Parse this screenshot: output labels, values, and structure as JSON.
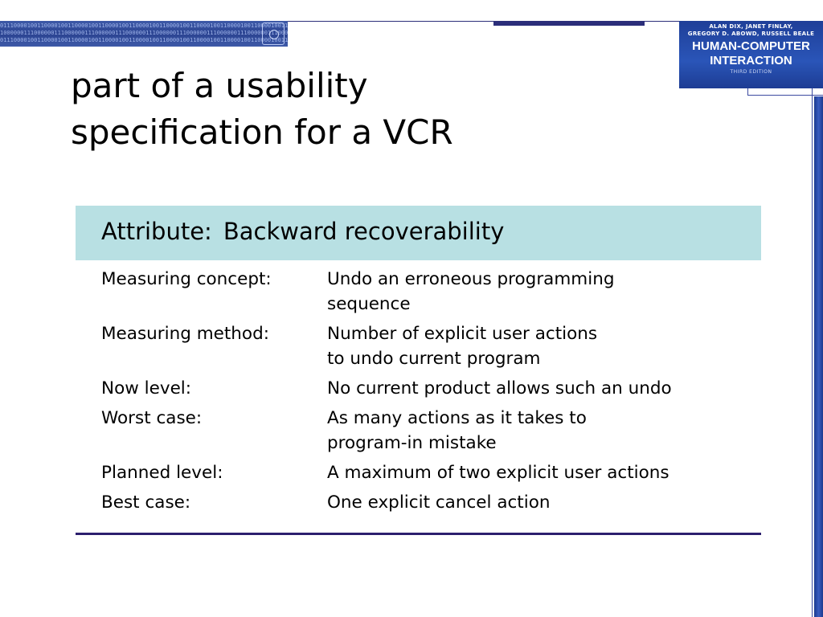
{
  "header": {
    "banner_binary": "01110000100110000100110000100110000100110000100110000100110000100110000100110000100110000100110000100\n10000001110000001110000001110000001110000001110000001110000001110000001110000001110000001110000001\n01110000100110000100110000100110000100110000100110000100110000100110000100110000100110000100110000100",
    "book_cover": {
      "authors_line1": "ALAN DIX, JANET FINLAY,",
      "authors_line2": "GREGORY D. ABOWD, RUSSELL BEALE",
      "title_line1": "HUMAN-COMPUTER",
      "title_line2": "INTERACTION",
      "edition": "THIRD EDITION"
    }
  },
  "slide": {
    "title_line1": "part of a usability",
    "title_line2": "specification for a VCR",
    "attribute": {
      "label": "Attribute:",
      "value": "Backward recoverability"
    },
    "rows": [
      {
        "label": "Measuring concept:",
        "value": [
          "Undo an erroneous programming",
          "sequence"
        ]
      },
      {
        "label": "Measuring method:",
        "value": [
          "Number of explicit user actions",
          "to undo current program"
        ]
      },
      {
        "label": "Now level:",
        "value": [
          "No current product allows such an undo"
        ]
      },
      {
        "label": "Worst case:",
        "value": [
          "As many actions as it takes to",
          "program-in mistake"
        ]
      },
      {
        "label": "Planned level:",
        "value": [
          "A maximum of two explicit user actions"
        ]
      },
      {
        "label": "Best case:",
        "value": [
          "One explicit cancel action"
        ]
      }
    ]
  },
  "colors": {
    "attribute_box": "#b8e0e3",
    "accent_rule": "#2c1f6e",
    "banner_blue": "#2b4391"
  }
}
